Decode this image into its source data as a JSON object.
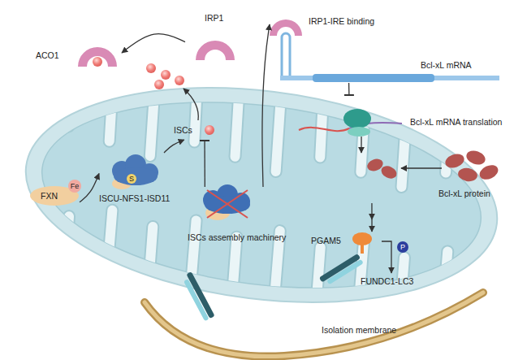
{
  "diagram": {
    "nodes": [
      {
        "text": [
          "ACO1"
        ]
      },
      {
        "text": [
          "IRP1"
        ]
      },
      {
        "text": [
          "IRP1-IRE binding"
        ]
      },
      {
        "text": [
          "Bcl-xL mRNA"
        ]
      },
      {
        "text": [
          "Bcl-xL mRNA translation"
        ]
      },
      {
        "text": [
          "Bcl-xL protein"
        ]
      },
      {
        "text": [
          "ISCs"
        ]
      },
      {
        "text": [
          "FXN"
        ]
      },
      {
        "text": [
          "ISCU-NFS1-ISD11"
        ]
      },
      {
        "text": [
          "ISCs assembly machinery"
        ]
      },
      {
        "text": [
          "PGAM5"
        ]
      },
      {
        "text": [
          "FUNDC1-LC3"
        ]
      },
      {
        "text": [
          "Isolation membrane"
        ]
      }
    ],
    "edges": [
      {
        "from": 1,
        "to": 0,
        "arrow": "to"
      },
      {
        "from": 7,
        "to": 8,
        "arrow": "to"
      },
      {
        "from": 8,
        "to": 6,
        "arrow": "to"
      },
      {
        "from": 9,
        "to": 6,
        "arrow": "to"
      },
      {
        "from": 9,
        "to": 2,
        "arrow": "to"
      },
      {
        "from": 3,
        "to": 4,
        "arrow": "to"
      },
      {
        "from": 4,
        "to": 5,
        "arrow": "to"
      },
      {
        "from": 5,
        "to": 10,
        "arrow": "to"
      },
      {
        "from": 10,
        "to": 11,
        "arrow": "to"
      }
    ],
    "labels": [
      "Fe",
      "S",
      "P"
    ]
  }
}
